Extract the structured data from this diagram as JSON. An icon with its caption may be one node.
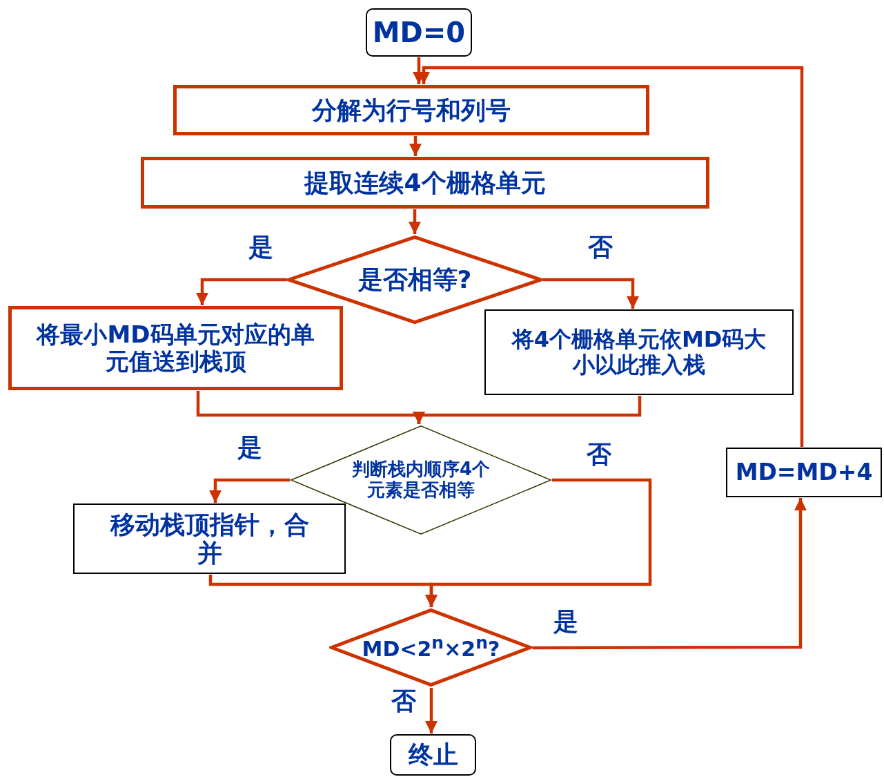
{
  "diagram": {
    "nodes": [
      {
        "text": [
          "MD=0"
        ]
      },
      {
        "text": [
          "分解为行号和列号"
        ]
      },
      {
        "text": [
          "提取连续4个栅格单元"
        ]
      },
      {
        "text": [
          "是否相等?"
        ]
      },
      {
        "text": [
          "将最小MD码单元对应的单元值送到栈顶"
        ]
      },
      {
        "text": [
          "将4个栅格单元依MD码大小以此推入栈"
        ]
      },
      {
        "text": [
          "判断栈内顺序4个元素是否相等"
        ]
      },
      {
        "text": [
          "移动栈顶指针，合并"
        ]
      },
      {
        "text": [
          "MD<2$^{n}$×2$^{n}$?"
        ]
      },
      {
        "text": [
          "终止"
        ]
      },
      {
        "text": [
          "MD=MD+4"
        ]
      }
    ],
    "edges": [
      {
        "from": 0,
        "to": 1,
        "arrow": "to"
      },
      {
        "from": 1,
        "to": 2,
        "arrow": "to"
      },
      {
        "from": 2,
        "to": 3,
        "arrow": "to"
      },
      {
        "from": 3,
        "to": 4,
        "arrow": "to",
        "label": "是"
      },
      {
        "from": 3,
        "to": 5,
        "arrow": "to",
        "label": "否"
      },
      {
        "from": 4,
        "to": 6,
        "arrow": "to"
      },
      {
        "from": 5,
        "to": 6,
        "arrow": "to"
      },
      {
        "from": 6,
        "to": 7,
        "arrow": "to",
        "label": "是"
      },
      {
        "from": 6,
        "to": 8,
        "arrow": "to",
        "label": "否"
      },
      {
        "from": 7,
        "to": 8,
        "arrow": "to"
      },
      {
        "from": 8,
        "to": 10,
        "arrow": "to",
        "label": "是"
      },
      {
        "from": 8,
        "to": 9,
        "arrow": "to",
        "label": "否"
      },
      {
        "from": 10,
        "to": 1,
        "arrow": "to"
      }
    ]
  }
}
